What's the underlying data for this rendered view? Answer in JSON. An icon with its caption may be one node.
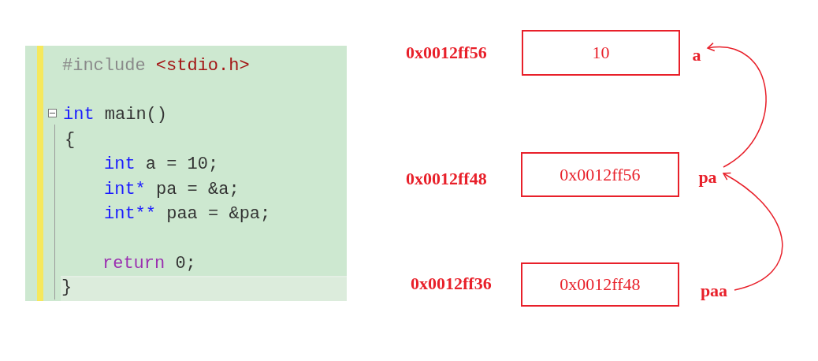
{
  "diagram": {
    "nodes": [
      {
        "text": [
          "10"
        ],
        "beside": [
          "0x0012ff56"
        ]
      },
      {
        "text": [
          "a"
        ]
      },
      {
        "text": [
          "0x0012ff56"
        ],
        "beside": [
          "0x0012ff48"
        ]
      },
      {
        "text": [
          "pa"
        ]
      },
      {
        "text": [
          "0x0012ff48"
        ],
        "beside": [
          "0x0012ff36"
        ]
      },
      {
        "text": [
          "paa"
        ]
      }
    ],
    "edges": [
      {
        "from": 3,
        "to": 1,
        "arrow": "to"
      },
      {
        "from": 5,
        "to": 3,
        "arrow": "to"
      }
    ],
    "labels": [
      "#include <stdio.h>",
      "int main()",
      "{",
      "int a = 10;",
      "int* pa = &a;",
      "int** paa = &pa;",
      "return 0;",
      "}"
    ]
  }
}
